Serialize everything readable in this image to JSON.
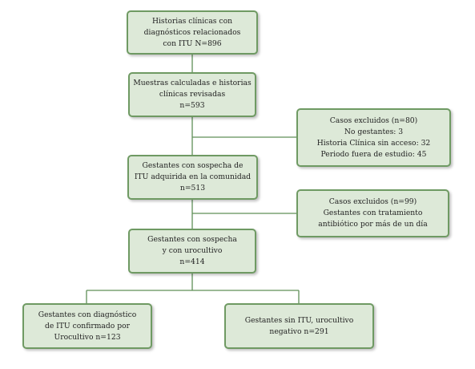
{
  "flowchart": {
    "box1": {
      "lines": [
        "Historias clínicas con",
        "diagnósticos relacionados",
        "con ITU N=896"
      ]
    },
    "box2": {
      "lines": [
        "Muestras calculadas e historias",
        "clínicas revisadas",
        "n=593"
      ]
    },
    "excluded1": {
      "lines": [
        "Casos excluidos (n=80)",
        "No gestantes: 3",
        "Historia Clínica sin acceso: 32",
        "Periodo fuera de estudio: 45"
      ]
    },
    "box3": {
      "lines": [
        "Gestantes con sospecha de",
        "ITU adquirida en la comunidad",
        "n=513"
      ]
    },
    "excluded2": {
      "lines": [
        "Casos excluidos (n=99)",
        "Gestantes con tratamiento",
        "antibiótico por más de un día"
      ]
    },
    "box4": {
      "lines": [
        "Gestantes con sospecha",
        "y con urocultivo",
        "n=414"
      ]
    },
    "box5": {
      "lines": [
        "Gestantes con diagnóstico",
        "de ITU confirmado por",
        "Urocultivo n=123"
      ]
    },
    "box6": {
      "lines": [
        "Gestantes sin ITU, urocultivo",
        "negativo n=291"
      ]
    }
  },
  "colors": {
    "box_fill": "#dde9d8",
    "box_border": "#6f9a63",
    "connector": "#5f8f58"
  }
}
